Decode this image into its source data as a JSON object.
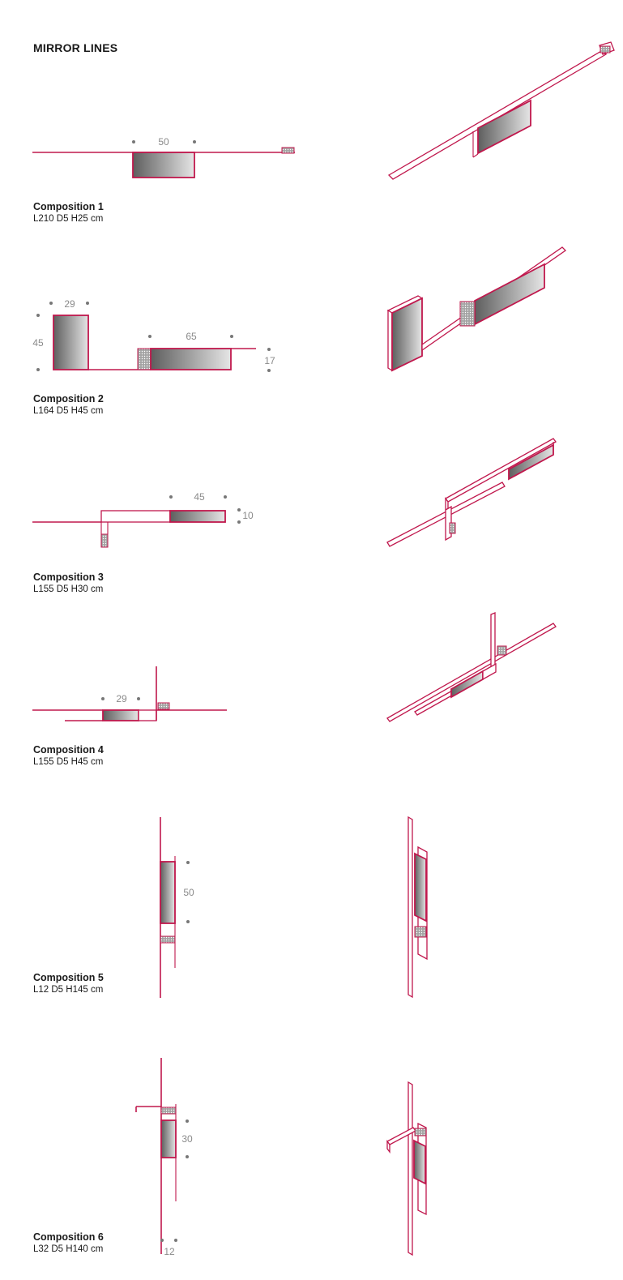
{
  "page_title": "MIRROR LINES",
  "accent_color": "#c0184d",
  "compositions": [
    {
      "name": "Composition 1",
      "dims": "L210 D5 H25 cm",
      "dimension_labels": [
        "50"
      ]
    },
    {
      "name": "Composition 2",
      "dims": "L164 D5 H45 cm",
      "dimension_labels": [
        "29",
        "45",
        "65",
        "17"
      ]
    },
    {
      "name": "Composition 3",
      "dims": "L155 D5 H30 cm",
      "dimension_labels": [
        "45",
        "10"
      ]
    },
    {
      "name": "Composition 4",
      "dims": "L155 D5 H45 cm",
      "dimension_labels": [
        "29"
      ]
    },
    {
      "name": "Composition 5",
      "dims": "L12 D5 H145 cm",
      "dimension_labels": [
        "50"
      ]
    },
    {
      "name": "Composition 6",
      "dims": "L32 D5 H140 cm",
      "dimension_labels": [
        "30",
        "12"
      ]
    }
  ]
}
